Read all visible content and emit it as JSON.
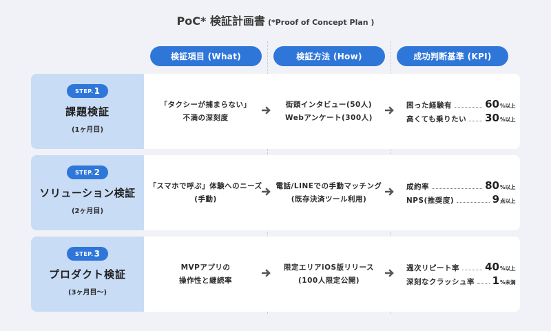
{
  "title": {
    "main": "PoC* 検証計画書",
    "sub": "(*Proof of Concept Plan )"
  },
  "headers": [
    {
      "label": "検証項目 (What)"
    },
    {
      "label": "検証方法 (How)"
    },
    {
      "label": "成功判断基準 (KPI)"
    }
  ],
  "colors": {
    "accent": "#2f76d9",
    "step_bg": "#c8dcf5",
    "background": "#f1f2f7",
    "card": "#ffffff"
  },
  "steps": [
    {
      "badge_prefix": "STEP.",
      "badge_num": "1",
      "name": "課題検証",
      "period": "(1ヶ月目)",
      "what": [
        "「タクシーが捕まらない」",
        "不満の深刻度"
      ],
      "how": [
        "街頭インタビュー(50人)",
        "Webアンケート(300人)"
      ],
      "kpis": [
        {
          "label": "困った経験有",
          "value": "60",
          "unit": "%以上"
        },
        {
          "label": "高くても乗りたい",
          "value": "30",
          "unit": "%以上"
        }
      ]
    },
    {
      "badge_prefix": "STEP.",
      "badge_num": "2",
      "name": "ソリューション検証",
      "period": "(2ヶ月目)",
      "what": [
        "「スマホで呼ぶ」体験へのニーズ",
        "(手動)"
      ],
      "how": [
        "電話/LINEでの手動マッチング",
        "(既存決済ツール利用)"
      ],
      "kpis": [
        {
          "label": "成約率",
          "value": "80",
          "unit": "%以上"
        },
        {
          "label": "NPS(推奨度)",
          "value": "9",
          "unit": "点以上"
        }
      ]
    },
    {
      "badge_prefix": "STEP.",
      "badge_num": "3",
      "name": "プロダクト検証",
      "period": "(3ヶ月目〜)",
      "what": [
        "MVPアプリの",
        "操作性と継続率"
      ],
      "how": [
        "限定エリアiOS版リリース",
        "(100人限定公開)"
      ],
      "kpis": [
        {
          "label": "週次リピート率",
          "value": "40",
          "unit": "%以上"
        },
        {
          "label": "深刻なクラッシュ率",
          "value": "1",
          "unit": "%未満"
        }
      ]
    }
  ]
}
